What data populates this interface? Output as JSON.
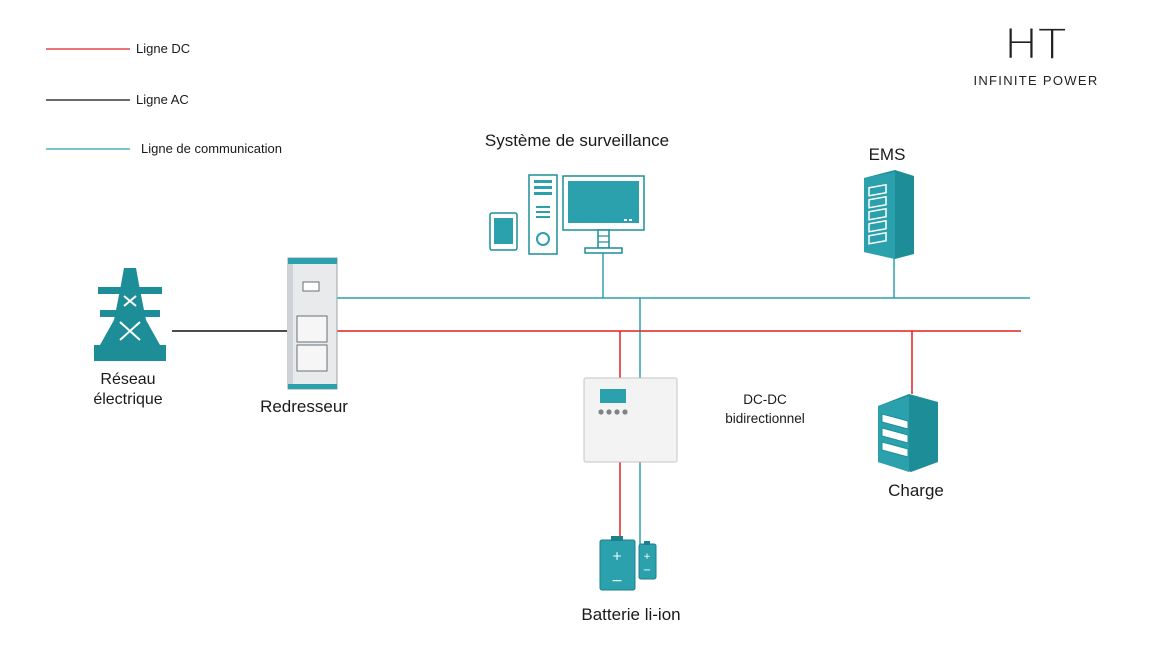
{
  "brand": {
    "logo_text": "HT",
    "tagline": "INFINITE POWER"
  },
  "legend": [
    {
      "label": "Ligne DC",
      "color": "#e02020"
    },
    {
      "label": "Ligne AC",
      "color": "#111111"
    },
    {
      "label": "Ligne de communication",
      "color": "#2aa1ad"
    }
  ],
  "nodes": {
    "grid": {
      "label_line1": "Réseau",
      "label_line2": "électrique",
      "icon": "transmission-tower-icon"
    },
    "rectifier": {
      "label": "Redresseur",
      "icon": "rectifier-cabinet-icon"
    },
    "monitoring": {
      "label": "Système de surveillance",
      "icon": "computer-monitor-icon"
    },
    "ems": {
      "label": "EMS",
      "icon": "server-rack-icon"
    },
    "dcdc": {
      "label_line1": "DC-DC",
      "label_line2": "bidirectionnel",
      "icon": "converter-box-icon"
    },
    "load": {
      "label": "Charge",
      "icon": "load-cabinet-icon"
    },
    "battery": {
      "label": "Batterie li-ion",
      "icon": "battery-icon",
      "plus": "+",
      "minus": "−"
    }
  },
  "colors": {
    "teal": "#2aa1ad",
    "teal_dark": "#1d7f8a",
    "dc_red": "#e02020",
    "ac_black": "#111111",
    "gray_box": "#f1f1f1"
  }
}
